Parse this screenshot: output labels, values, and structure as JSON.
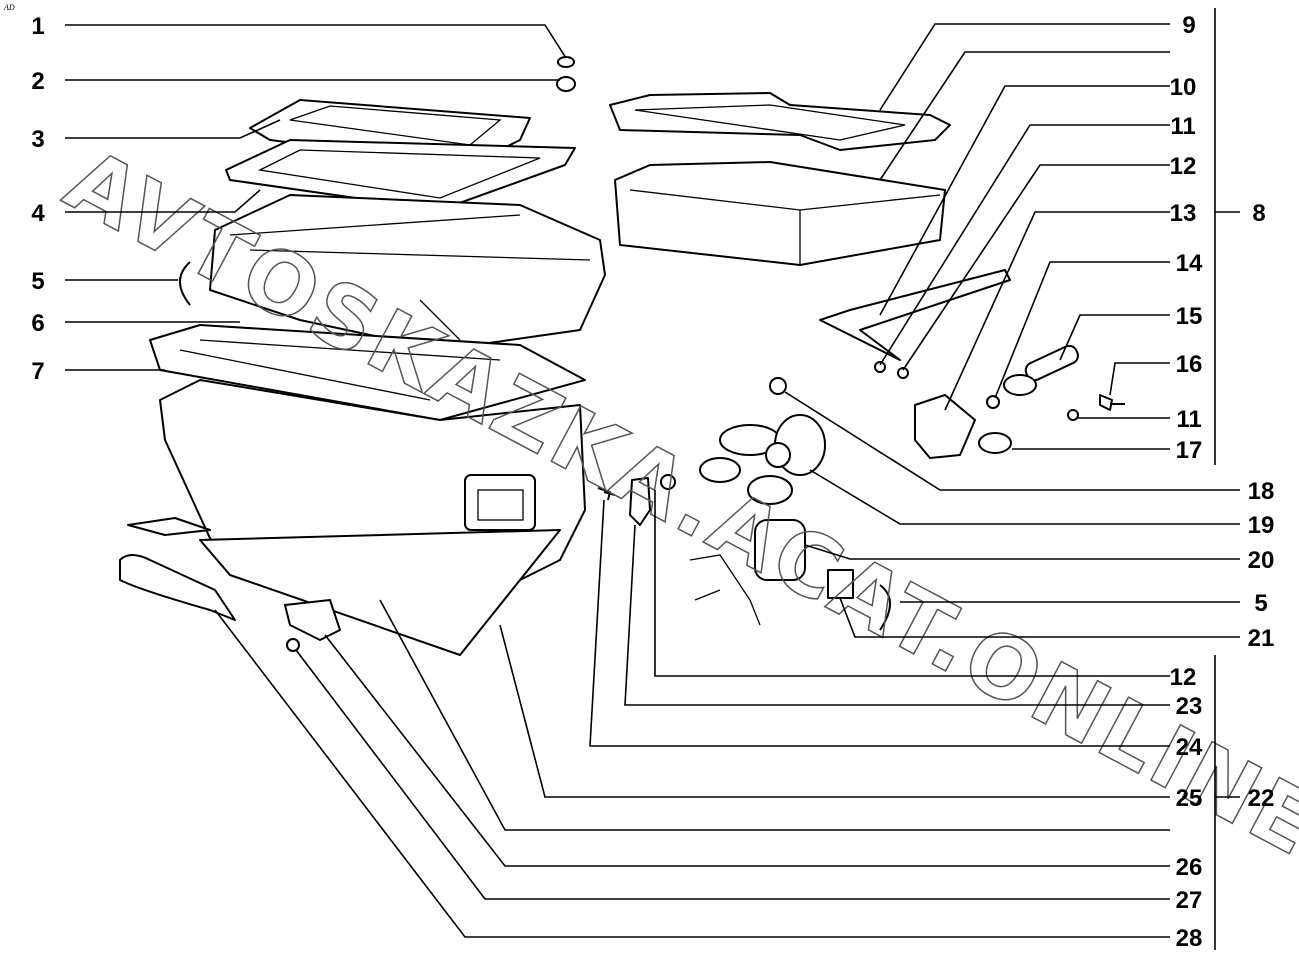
{
  "corner_mark": "AD",
  "watermark": "AVTOSKAZKA.ACAT.ONLINE",
  "callouts": {
    "c1": "1",
    "c2": "2",
    "c3": "3",
    "c4": "4",
    "c5a": "5",
    "c6": "6",
    "c7": "7",
    "c9": "9",
    "c10": "10",
    "c11a": "11",
    "c12a": "12",
    "c13": "13",
    "c8": "8",
    "c14": "14",
    "c15": "15",
    "c16": "16",
    "c11b": "11",
    "c17": "17",
    "c18": "18",
    "c19": "19",
    "c20": "20",
    "c5b": "5",
    "c21": "21",
    "c12b": "12",
    "c23": "23",
    "c24": "24",
    "c22": "22",
    "c25": "25",
    "c26": "26",
    "c27": "27",
    "c28": "28"
  }
}
